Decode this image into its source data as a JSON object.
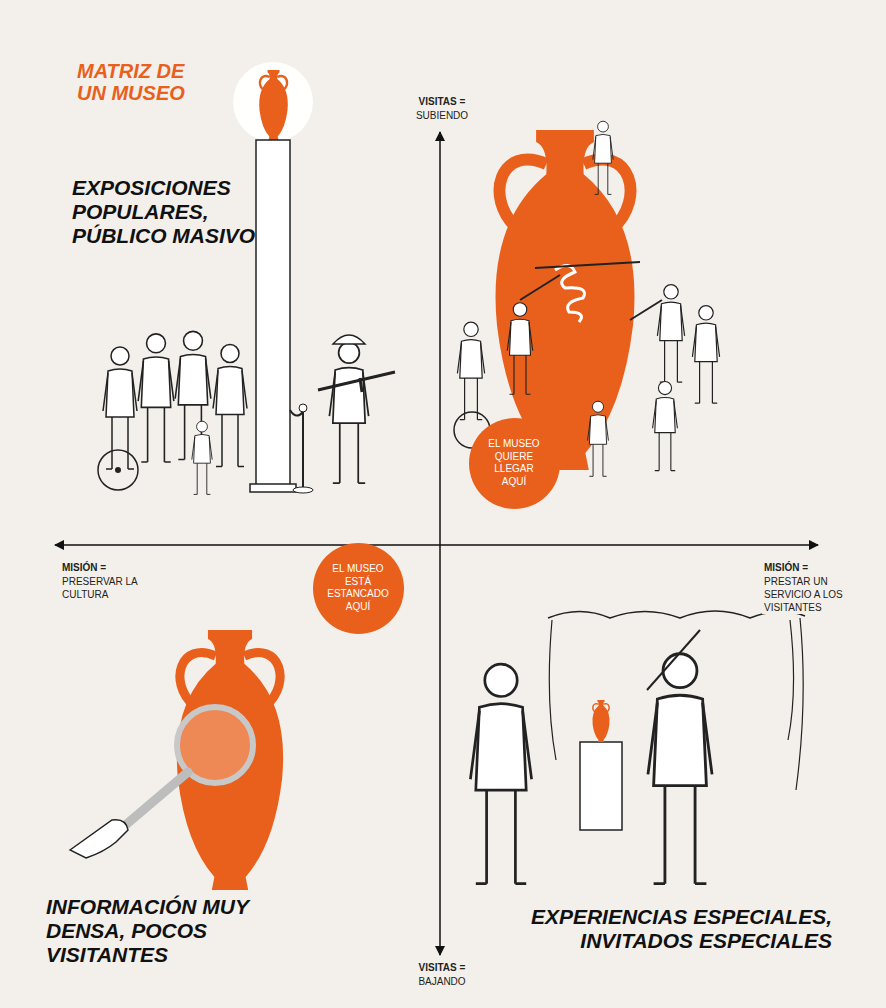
{
  "diagram": {
    "title": "MATRIZ DE UN MUSEO",
    "nodes": [
      {
        "text": [
          "EL MUSEO QUIERE LLEGAR AQUÍ"
        ]
      },
      {
        "text": [
          "EL MUSEO ESTÁ ESTANCADO AQUÍ"
        ]
      }
    ],
    "labels": [
      "VISITAS =",
      "SUBIENDO",
      "EXPOSICIONES POPULARES, PÚBLICO MASIVO",
      "MISIÓN =",
      "PRESERVAR LA CULTURA",
      "MISIÓN =",
      "PRESTAR UN SERVICIO A LOS VISITANTES",
      "INFORMACIÓN MUY DENSA, POCOS VISITANTES",
      "VISITAS =",
      "BAJANDO",
      "EXPERIENCIAS ESPECIALES, INVITADOS ESPECIALES"
    ]
  }
}
